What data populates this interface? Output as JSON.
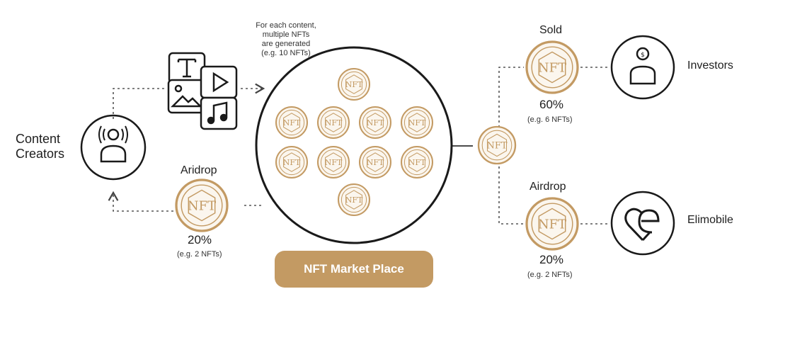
{
  "colors": {
    "gold": "#c39a63",
    "ink": "#1a1a1a",
    "dots": "#555555"
  },
  "left": {
    "content_creators": [
      "Content",
      "Creators"
    ],
    "note": [
      "For each content,",
      "multiple NFTs",
      "are generated",
      "(e.g. 10 NFTs)"
    ],
    "airdrop_title": "Aridrop",
    "airdrop_pct": "20%",
    "airdrop_eg": "(e.g. 2 NFTs)"
  },
  "marketplace": {
    "button_label": "NFT Market Place"
  },
  "right": {
    "sold_title": "Sold",
    "sold_pct": "60%",
    "sold_eg": "(e.g. 6 NFTs)",
    "investors_label": "Investors",
    "airdrop_title": "Airdrop",
    "airdrop_pct": "20%",
    "airdrop_eg": "(e.g. 2 NFTs)",
    "elimobile_label": "Elimobile"
  },
  "token_label": "NFT",
  "icons": {
    "creator": "broadcasting-person-icon",
    "media": [
      "text-icon",
      "image-icon",
      "video-play-icon",
      "music-note-icon"
    ],
    "investor": "investor-coin-person-icon",
    "elimobile": "heart-e-logo-icon"
  }
}
